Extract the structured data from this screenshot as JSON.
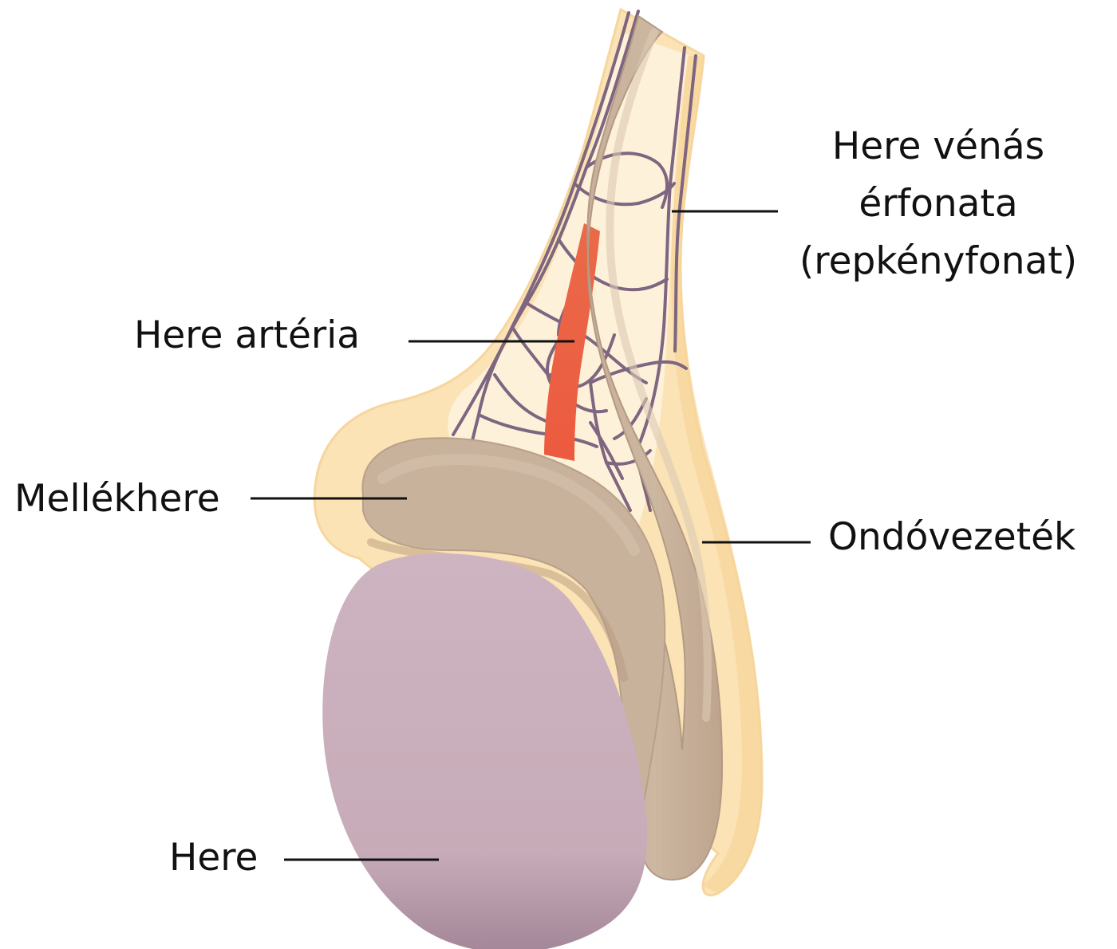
{
  "labels": {
    "venous_plexus": {
      "lines": [
        "Here vénás",
        "érfonata",
        "(repkényfonat)"
      ]
    },
    "testicular_artery": "Here artéria",
    "epididymis": "Mellékhere",
    "vas_deferens": "Ondóvezeték",
    "testis": "Here"
  },
  "colors": {
    "background": "#ffffff",
    "outer_sheath": "#fbe3b5",
    "outer_sheath_edge": "#f6c97a",
    "inner_fill": "#fdf1d9",
    "tan_structure": "#c8b29c",
    "tan_structure_dark": "#b39a84",
    "tan_structure_light": "#dcc9b4",
    "vein": "#7e6580",
    "artery": "#ea5a3e",
    "testis": "#c7abb8",
    "testis_shadow": "#9b7e96",
    "leader_line": "#111111",
    "label_text": "#111111"
  }
}
